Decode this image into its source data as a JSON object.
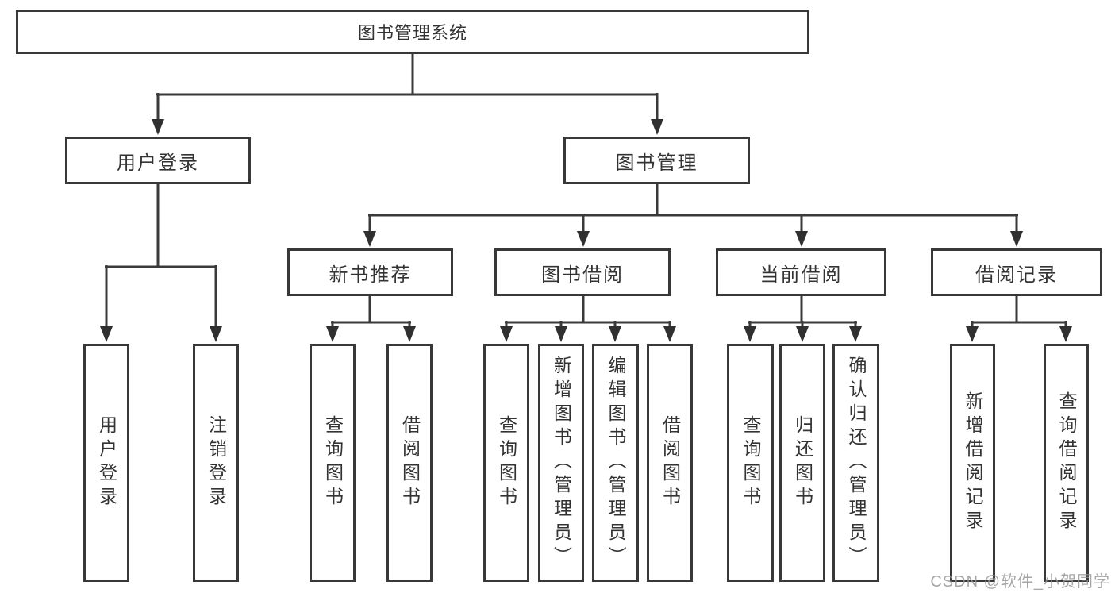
{
  "tree": {
    "root": {
      "label": "图书管理系统"
    },
    "branches": [
      {
        "label": "用户登录",
        "children": [
          {
            "label": "用户登录"
          },
          {
            "label": "注销登录"
          }
        ]
      },
      {
        "label": "图书管理",
        "children": [
          {
            "label": "新书推荐",
            "children": [
              {
                "label": "查询图书"
              },
              {
                "label": "借阅图书"
              }
            ]
          },
          {
            "label": "图书借阅",
            "children": [
              {
                "label": "查询图书"
              },
              {
                "label": "新增图书（管理员）"
              },
              {
                "label": "编辑图书（管理员）"
              },
              {
                "label": "借阅图书"
              }
            ]
          },
          {
            "label": "当前借阅",
            "children": [
              {
                "label": "查询图书"
              },
              {
                "label": "归还图书"
              },
              {
                "label": "确认归还（管理员）"
              }
            ]
          },
          {
            "label": "借阅记录",
            "children": [
              {
                "label": "新增借阅记录"
              },
              {
                "label": "查询借阅记录"
              }
            ]
          }
        ]
      }
    ]
  },
  "watermark": "CSDN @软件_小贺同学",
  "colors": {
    "line": "#3a3a3a",
    "border": "#383838",
    "text": "#333333",
    "background": "#ffffff",
    "watermark": "#949494"
  }
}
